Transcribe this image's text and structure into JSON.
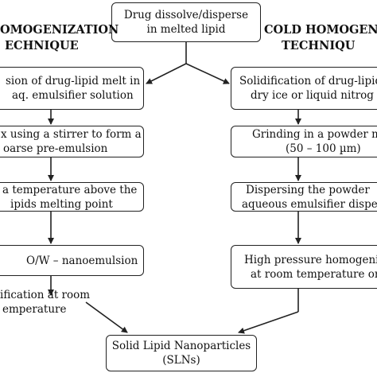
{
  "top": {
    "line1": "Drug dissolve/disperse",
    "line2": "in melted lipid"
  },
  "hot": {
    "heading1": "OMOGENIZATION",
    "heading2": "ECHNIQUE",
    "steps": [
      {
        "line1": "sion of drug-lipid melt in",
        "line2": "aq. emulsifier solution"
      },
      {
        "line1": "x using a stirrer to form a",
        "line2": "oarse pre-emulsion"
      },
      {
        "line1": "a temperature above the",
        "line2": "ipids melting point"
      },
      {
        "line1": "O/W – nanoemulsion"
      }
    ],
    "final1": "ification at room",
    "final2": "emperature"
  },
  "cold": {
    "heading1": "COLD HOMOGENIZ",
    "heading2": "TECHNIQU",
    "steps": [
      {
        "line1": "Solidification of drug-lipid",
        "line2": "dry ice or liquid nitrog"
      },
      {
        "line1": "Grinding in a powder m",
        "line2": "(50 – 100 µm)"
      },
      {
        "line1": "Dispersing the powder",
        "line2": "aqueous emulsifier disper"
      },
      {
        "line1": "High pressure homogeni",
        "line2": "at room temperature or"
      }
    ]
  },
  "bottom": {
    "line1": "Solid Lipid Nanoparticles",
    "line2": "(SLNs)"
  }
}
